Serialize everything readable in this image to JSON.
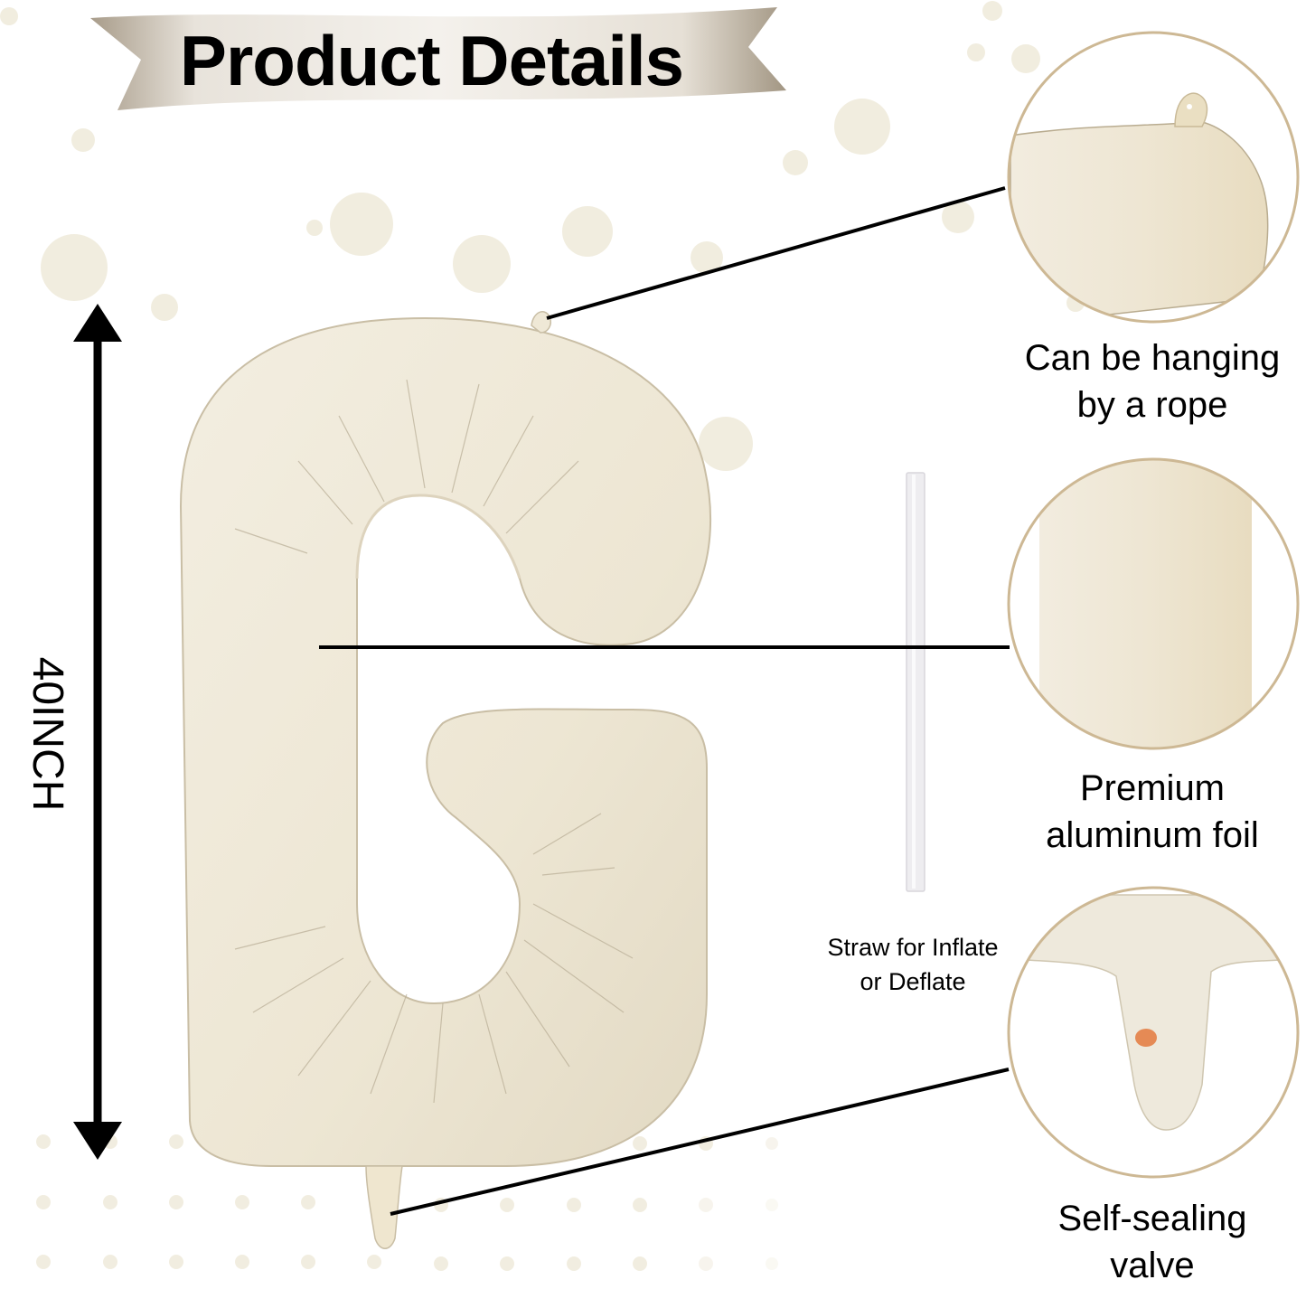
{
  "header": {
    "title": "Product Details"
  },
  "product": {
    "letter": "G",
    "size_label": "40INCH"
  },
  "features": [
    {
      "id": "hanging",
      "line1": "Can be hanging",
      "line2": "by a rope"
    },
    {
      "id": "material",
      "line1": "Premium",
      "line2": "aluminum foil"
    },
    {
      "id": "valve",
      "line1": "Self-sealing",
      "line2": "valve"
    }
  ],
  "accessory": {
    "line1": "Straw for Inflate",
    "line2": "or Deflate"
  },
  "colors": {
    "balloon": "#EFE8D6",
    "balloon_shadow": "#D9CFB6",
    "circle_border": "#CDB894",
    "dots": "#F1EDDF",
    "banner_light": "#F2EFEA",
    "banner_dark": "#A89C8A",
    "valve_dot": "#E58A55",
    "text": "#000000"
  }
}
